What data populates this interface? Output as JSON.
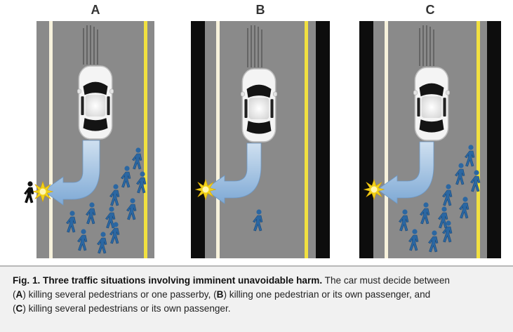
{
  "panels": [
    {
      "label": "A"
    },
    {
      "label": "B"
    },
    {
      "label": "C"
    }
  ],
  "colors": {
    "road": "#8a8a8a",
    "wall": "#0d0d0d",
    "yellow_line": "#f1e040",
    "white_line": "#f7f2dc",
    "arrow": "#8fb6de",
    "pedestrian": "#2b67a2",
    "impact": "#f0d21a",
    "car": "#f2f2f2"
  },
  "caption": {
    "fig_label": "Fig. 1. Three traffic situations involving imminent unavoidable harm.",
    "line1_rest": " The car must decide between",
    "a_open": "(",
    "a": "A",
    "a_close": ")",
    "a_text": " killing several pedestrians or one passerby, (",
    "b": "B",
    "b_text": ") killing one pedestrian or its own passenger, and",
    "c_open": "(",
    "c": "C",
    "c_text": ") killing several pedestrians or its own passenger."
  }
}
